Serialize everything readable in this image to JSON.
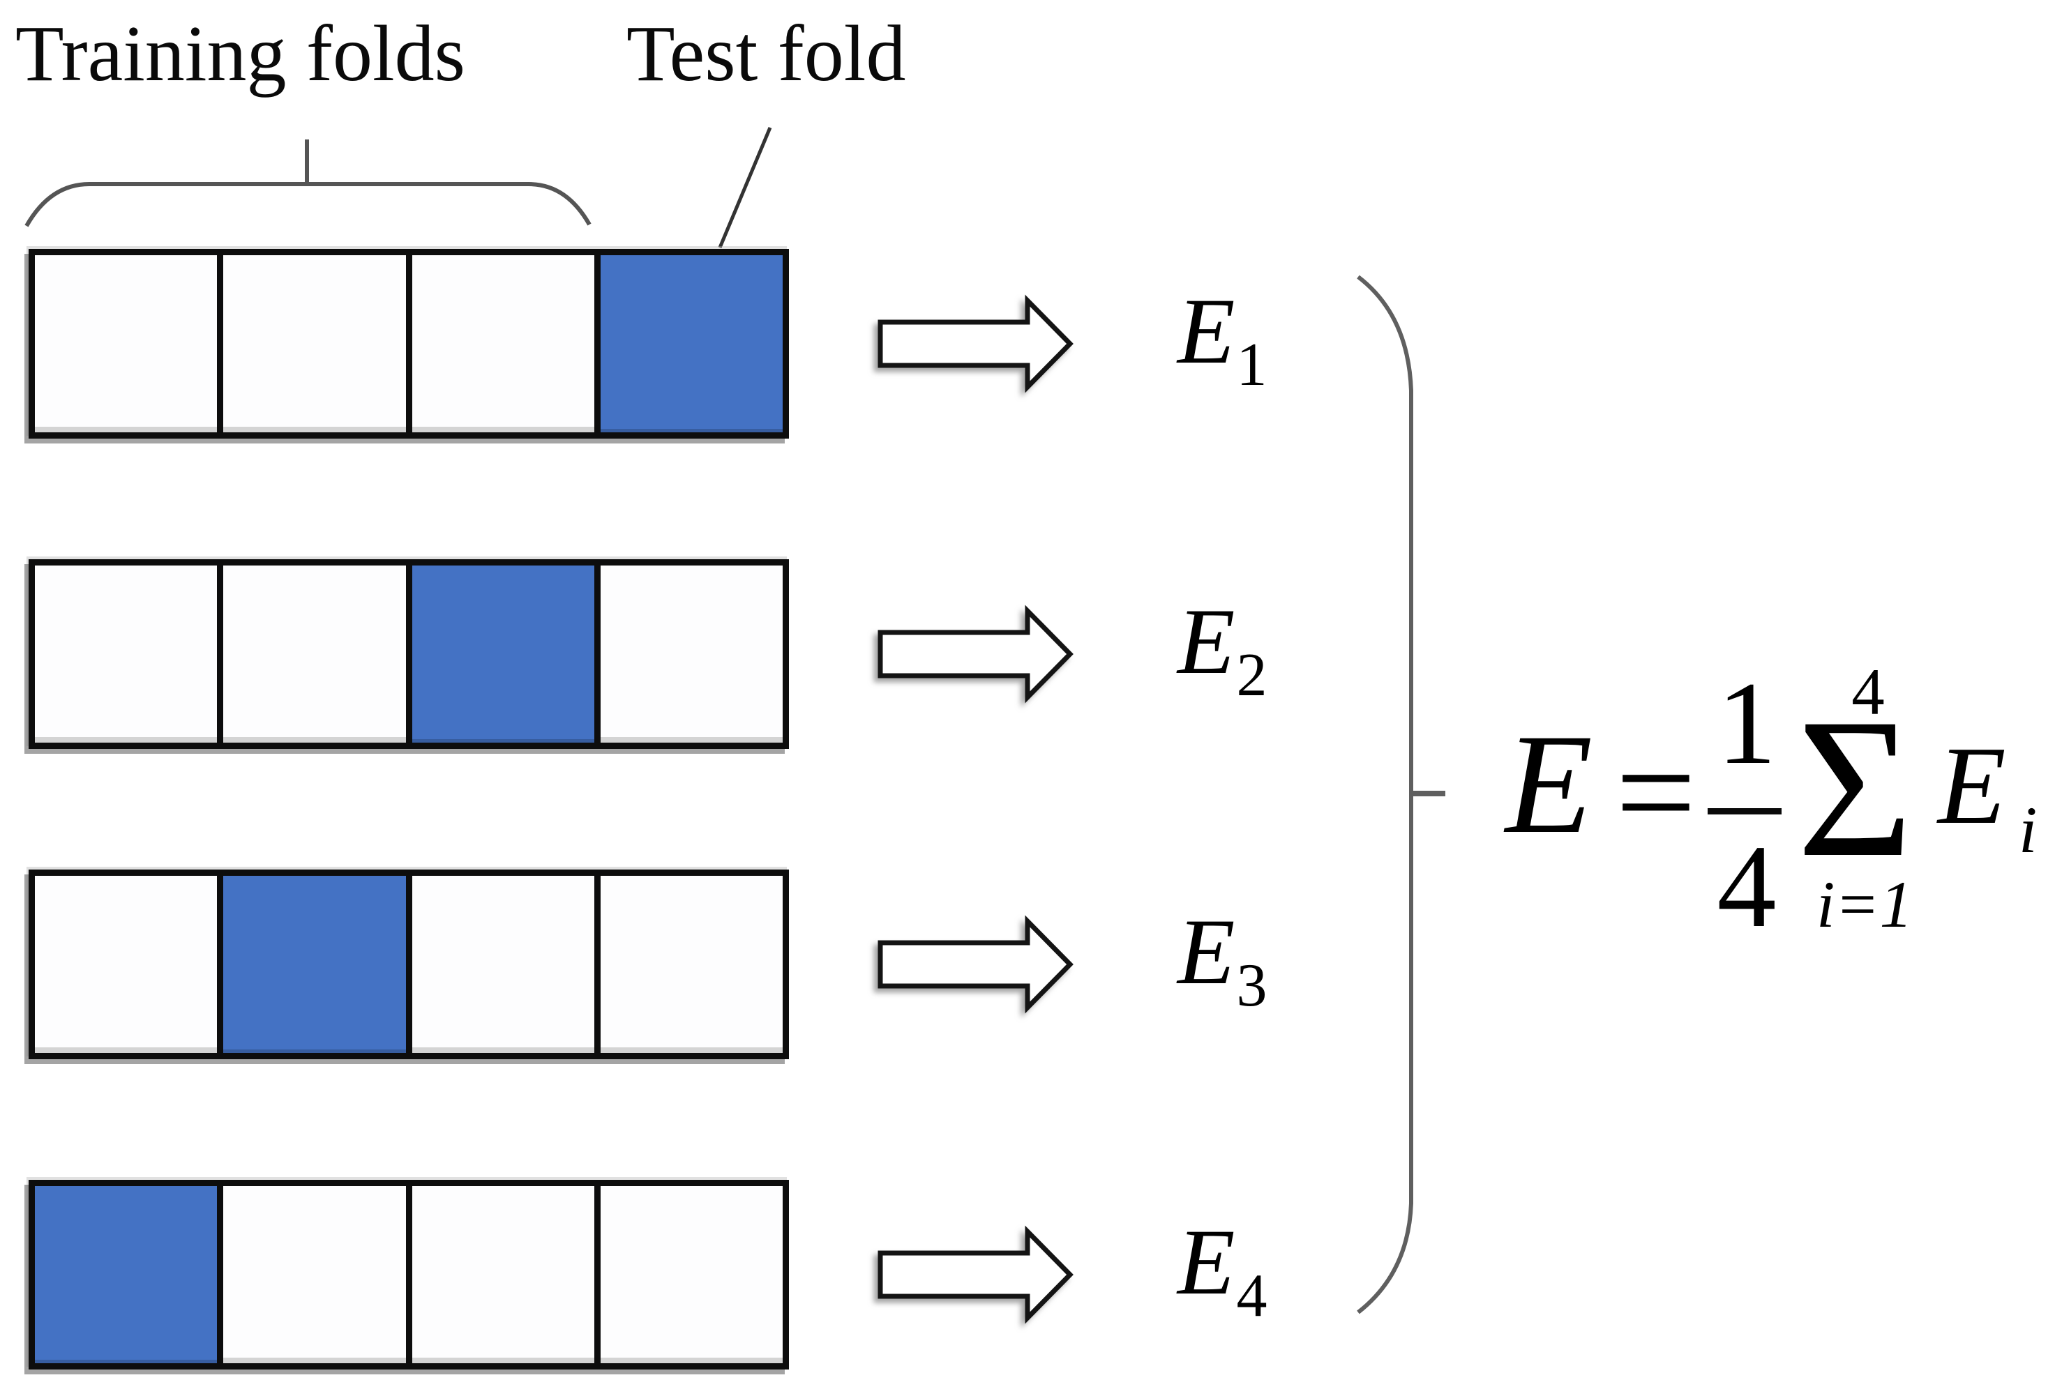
{
  "figure": "k-fold cross-validation diagram",
  "labels": {
    "training": "Training folds",
    "test": "Test fold"
  },
  "num_cells_per_row": 4,
  "folds": [
    {
      "test_cell": 4,
      "result_label": "E",
      "result_sub": "1"
    },
    {
      "test_cell": 3,
      "result_label": "E",
      "result_sub": "2"
    },
    {
      "test_cell": 2,
      "result_label": "E",
      "result_sub": "3"
    },
    {
      "test_cell": 1,
      "result_label": "E",
      "result_sub": "4"
    }
  ],
  "formula": {
    "lhs": "E",
    "equals": "=",
    "frac_numerator": "1",
    "frac_denominator": "4",
    "sigma": "Σ",
    "sum_upper_limit": "4",
    "sum_lower_limit": "i=1",
    "term_main": "E",
    "term_sub": "i"
  },
  "colors": {
    "test_fill": "#4472C4",
    "train_fill": "#FDFDFE",
    "cell_border": "#0D0D0D",
    "brace_stroke": "#555555",
    "bracket_stroke": "#5F5F5F",
    "pointer_stroke": "#333333",
    "text": "#000000"
  }
}
